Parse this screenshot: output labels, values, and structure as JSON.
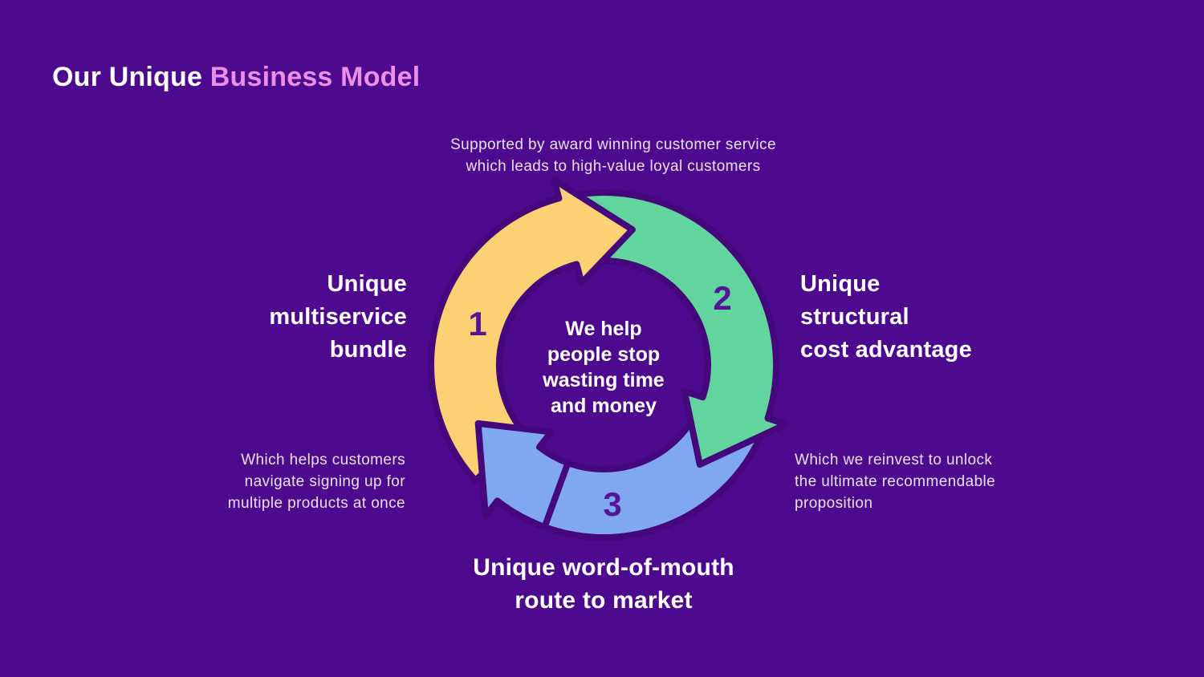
{
  "slide": {
    "title": {
      "prefix": "Our Unique ",
      "highlight": "Business Model"
    },
    "colors": {
      "background": "#4e0a8f",
      "title_prefix": "#ffffff",
      "title_highlight": "#eb8fe8",
      "body_text": "#e9e1f4",
      "label_text": "#ffffff",
      "center_text": "#ffffff",
      "number_text": "#541597",
      "arrow_outline": "#45077c"
    },
    "center_text": {
      "lines": [
        "We help",
        "people stop",
        "wasting time",
        "and money"
      ]
    },
    "steps": [
      {
        "number": "1",
        "color": "#fbd173"
      },
      {
        "number": "2",
        "color": "#62d49d"
      },
      {
        "number": "3",
        "color": "#7fa8f1"
      }
    ],
    "labels": {
      "left": {
        "lines": [
          "Unique",
          "multiservice",
          "bundle"
        ]
      },
      "right": {
        "lines": [
          "Unique",
          "structural",
          "cost advantage"
        ]
      },
      "bottom": {
        "lines": [
          "Unique word-of-mouth",
          "route to market"
        ]
      }
    },
    "captions": {
      "top": {
        "lines": [
          "Supported by award winning customer service",
          "which leads to high-value loyal customers"
        ]
      },
      "bottom_left": {
        "lines": [
          "Which helps customers",
          "navigate signing up for",
          "multiple products at once"
        ]
      },
      "bottom_right": {
        "lines": [
          "Which we reinvest to unlock",
          "the ultimate recommendable",
          "proposition"
        ]
      }
    }
  }
}
